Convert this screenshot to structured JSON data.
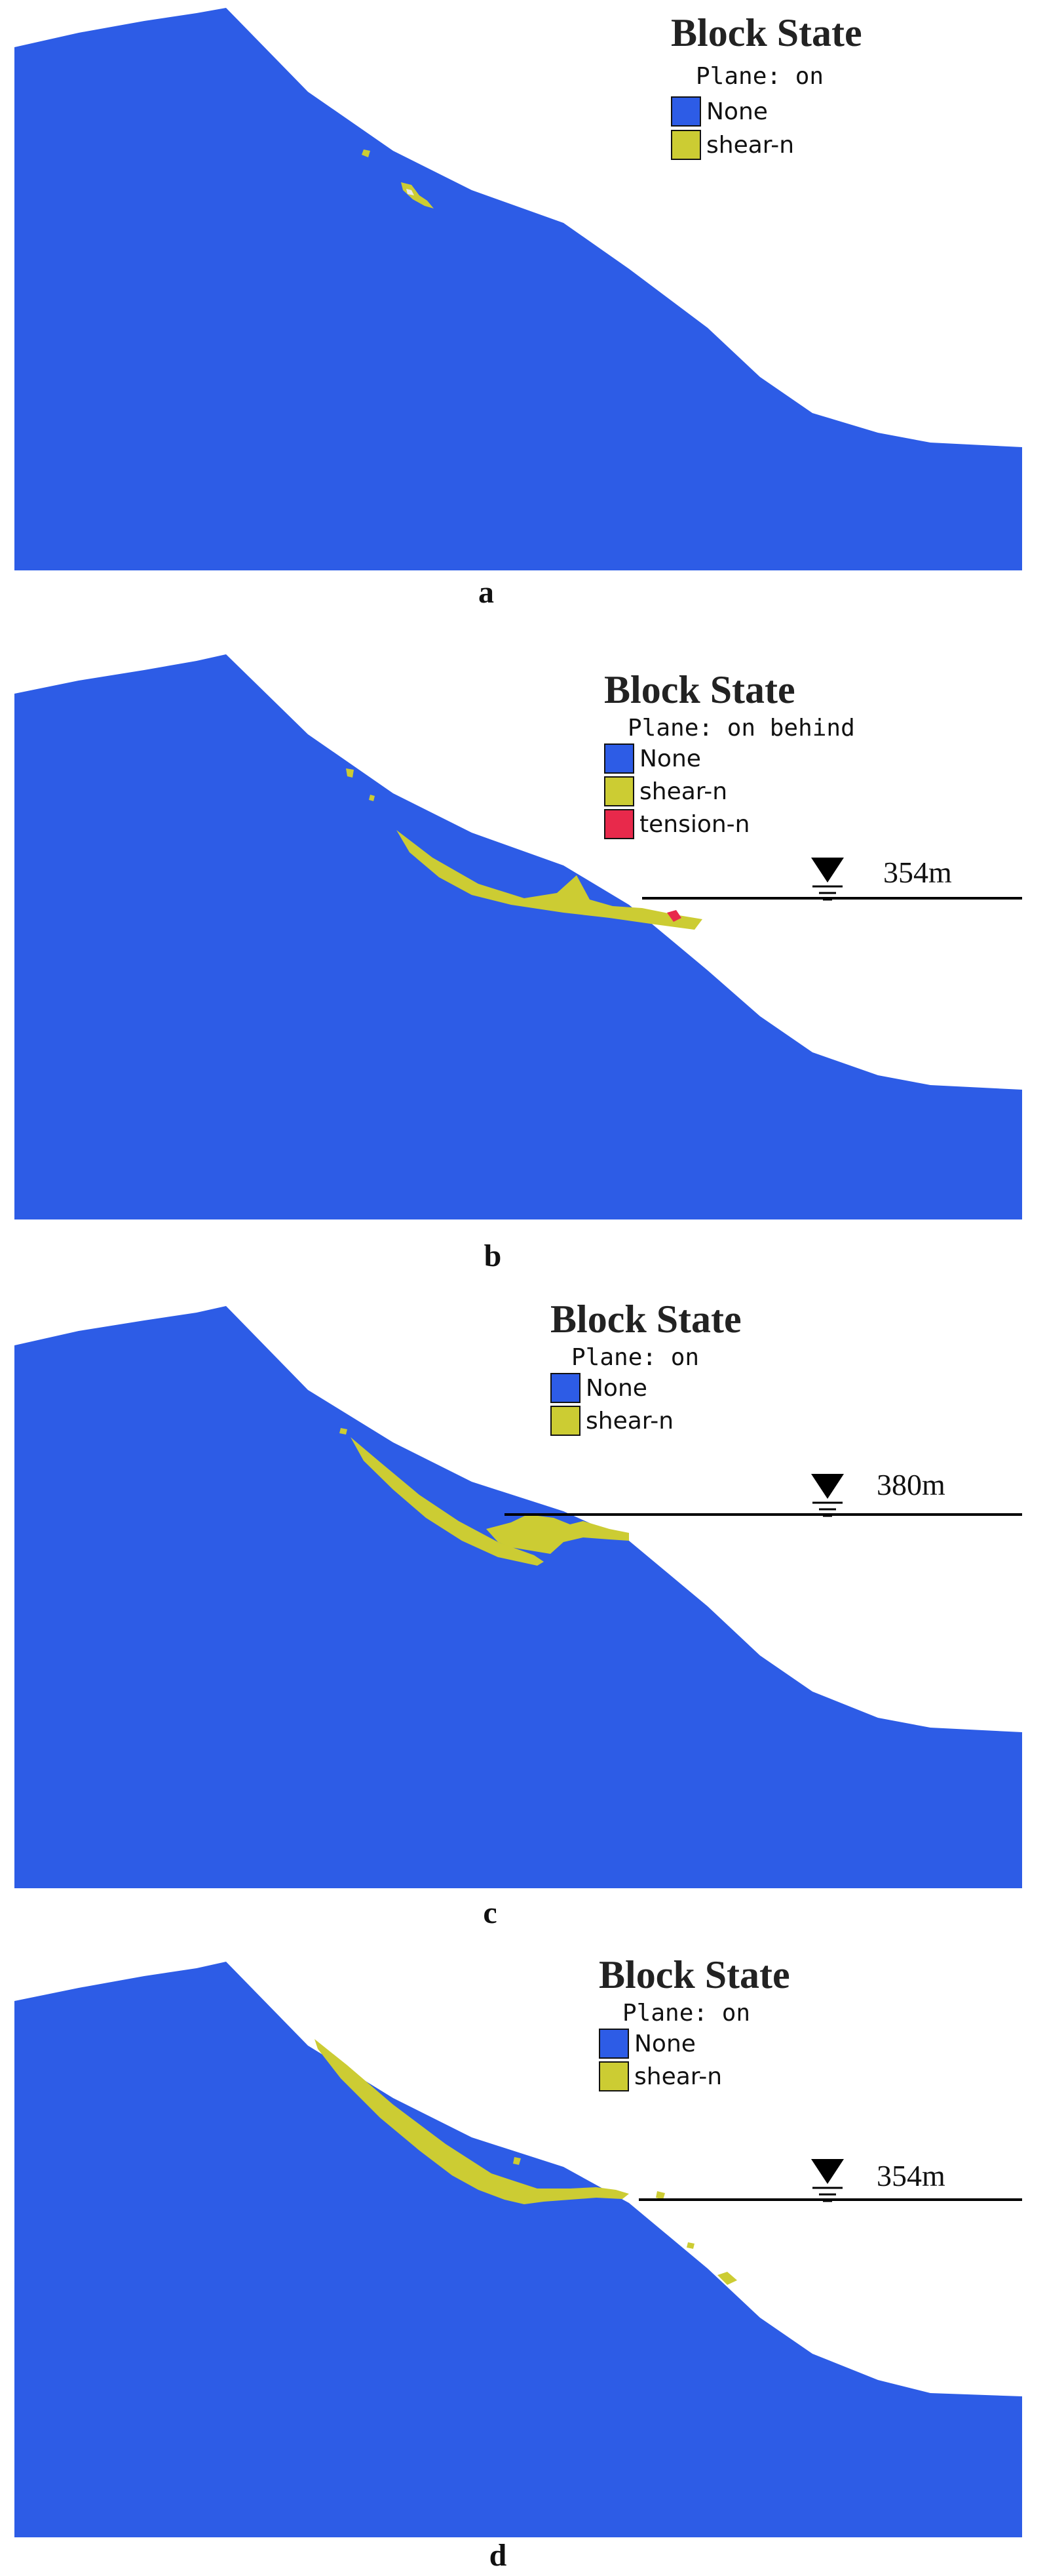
{
  "colors": {
    "none": "#2d5ce6",
    "shear": "#cccc33",
    "tension": "#e8294b",
    "water_line": "#000000"
  },
  "icons": {
    "water_level": "water-level-triangle-icon"
  },
  "panels": [
    {
      "id": "a",
      "caption": "a",
      "legend": {
        "title": "Block State",
        "plane": "Plane: on",
        "items": [
          {
            "label": "None"
          },
          {
            "label": "shear-n"
          }
        ]
      }
    },
    {
      "id": "b",
      "caption": "b",
      "water_level": "354m",
      "legend": {
        "title": "Block State",
        "plane": "Plane: on behind",
        "items": [
          {
            "label": "None"
          },
          {
            "label": "shear-n"
          },
          {
            "label": "tension-n"
          }
        ]
      }
    },
    {
      "id": "c",
      "caption": "c",
      "water_level": "380m",
      "legend": {
        "title": "Block State",
        "plane": "Plane: on",
        "items": [
          {
            "label": "None"
          },
          {
            "label": "shear-n"
          }
        ]
      }
    },
    {
      "id": "d",
      "caption": "d",
      "water_level": "354m",
      "legend": {
        "title": "Block State",
        "plane": "Plane: on",
        "items": [
          {
            "label": "None"
          },
          {
            "label": "shear-n"
          }
        ]
      }
    }
  ]
}
